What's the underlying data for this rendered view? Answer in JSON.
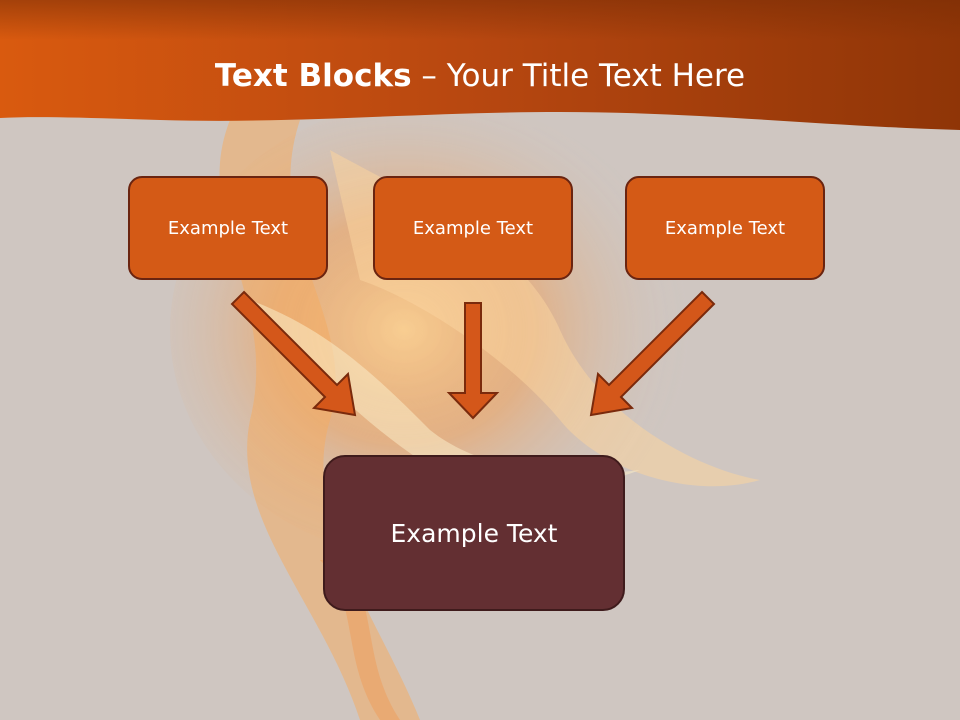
{
  "slide": {
    "title_bold": "Text Blocks",
    "title_dash": " – ",
    "title_rest": "Your Title Text Here"
  },
  "blocks": {
    "left": "Example Text",
    "center": "Example Text",
    "right": "Example Text",
    "bottom": "Example Text"
  },
  "colors": {
    "header_orange": "#c2520f",
    "box_orange": "#d45a16",
    "box_dark": "#632f32",
    "arrow_fill": "#d4571a",
    "arrow_stroke": "#7a2a0c",
    "background": "#cfc6c1"
  }
}
